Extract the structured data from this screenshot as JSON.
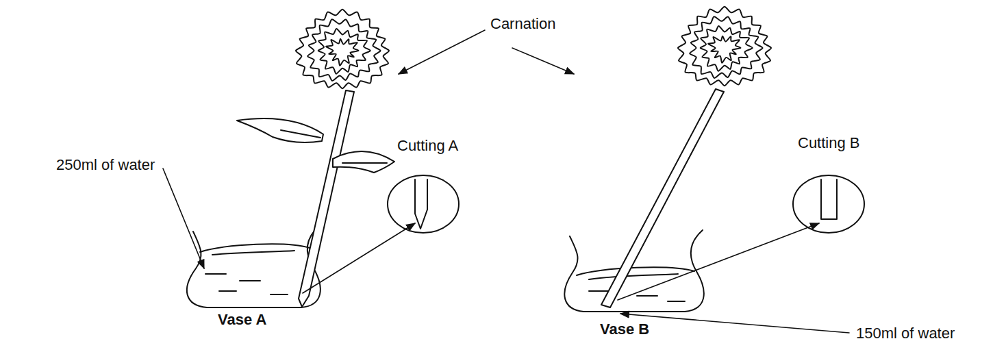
{
  "diagram": {
    "labels": [
      "Carnation",
      "Cutting A",
      "250ml of water",
      "Vase A",
      "Cutting B",
      "Vase B",
      "150ml of water"
    ]
  }
}
